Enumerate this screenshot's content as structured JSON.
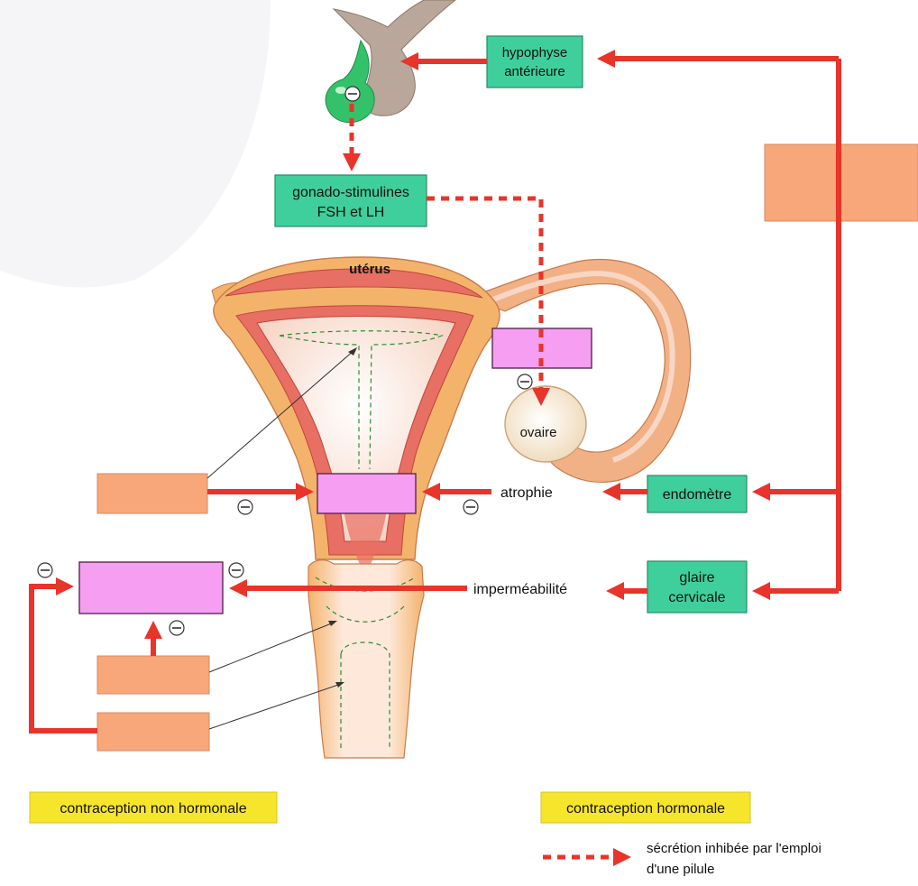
{
  "labels": {
    "hypophyse_line1": "hypophyse",
    "hypophyse_line2": "antérieure",
    "gonado_line1": "gonado-stimulines",
    "gonado_line2": "FSH et LH",
    "uterus": "utérus",
    "ovaire": "ovaire",
    "atrophie": "atrophie",
    "endometre": "endomètre",
    "impermeabilite": "imperméabilité",
    "glaire_line1": "glaire",
    "glaire_line2": "cervicale",
    "contraception_non_hormonale": "contraception non hormonale",
    "contraception_hormonale": "contraception hormonale",
    "legend_line1": "sécrétion inhibée par l'emploi",
    "legend_line2": "d'une pilule"
  },
  "colors": {
    "arrow_red": "#e8342a",
    "green_box": "#3fcf9c",
    "orange_box": "#f7a77a",
    "pink_box": "#f59ef2",
    "yellow_box": "#f7e52c",
    "uterus_outer": "#f4b36b",
    "uterus_inner": "#e86f63"
  },
  "inhibition_symbol": "minus-in-circle"
}
